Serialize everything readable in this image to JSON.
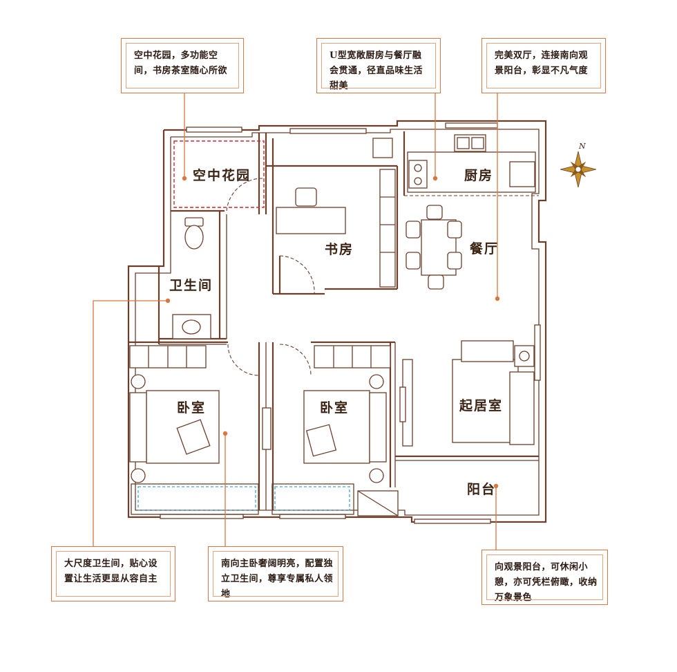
{
  "callouts": {
    "sky_garden": "空中花园，多功能空间，书房茶室随心所欲",
    "kitchen_dining": "U型宽敞厨房与餐厅融会贯通，径直品味生活甜美",
    "living": "完美双厅，连接南向观景阳台，彰显不凡气度",
    "bathroom": "大尺度卫生间，贴心设置让生活更显从容自主",
    "bedroom": "南向主卧奢阔明亮，配置独立卫生间，尊享专属私人领地",
    "balcony": "向观景阳台，可休闲小憩，亦可凭栏俯瞰，收纳万象景色"
  },
  "rooms": {
    "sky_garden": "空中花园",
    "study": "书房",
    "kitchen": "厨房",
    "dining": "餐厅",
    "bathroom": "卫生间",
    "bedroom_left": "卧室",
    "bedroom_right": "卧室",
    "living": "起居室",
    "balcony": "阳台"
  },
  "compass": {
    "north": "N"
  },
  "colors": {
    "wall": "#6b3e2a",
    "accent": "#d9773f",
    "garden_outline": "#d22630",
    "window_blue": "#3aa6d9",
    "compass_gold": "#c8902a"
  }
}
